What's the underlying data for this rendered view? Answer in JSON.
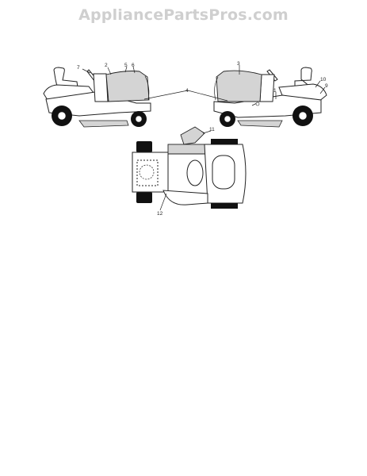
{
  "header": {
    "watermark": "AppliancePartsPros.com"
  },
  "diagram": {
    "callouts": {
      "c1": "1",
      "c2": "2",
      "c3": "3",
      "c4": "4",
      "c5": "5",
      "c6": "6",
      "c7": "7",
      "c9": "9",
      "c10": "10",
      "c11": "11",
      "c12": "12"
    }
  },
  "colors": {
    "decal_fill": "#d4d4d4",
    "line": "#222222",
    "watermark": "#cfcfcf"
  },
  "icons": [
    "tractor-left-view-icon",
    "tractor-right-view-icon",
    "tractor-top-view-icon"
  ]
}
